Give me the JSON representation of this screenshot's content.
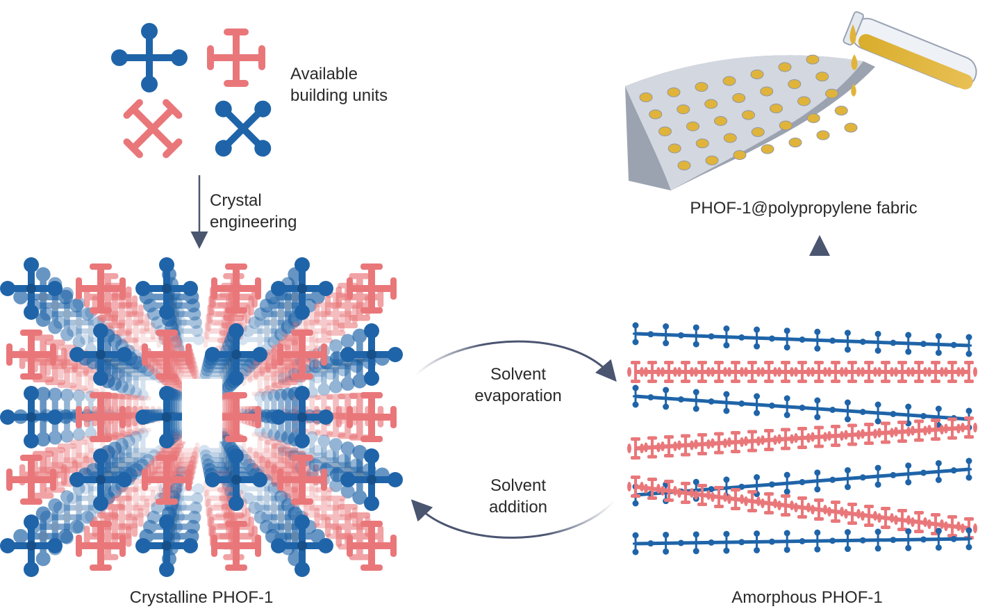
{
  "labels": {
    "building_units_line1": "Available",
    "building_units_line2": "building units",
    "crystal_eng_line1": "Crystal",
    "crystal_eng_line2": "engineering",
    "crystalline": "Crystalline PHOF-1",
    "amorphous": "Amorphous PHOF-1",
    "evap_line1": "Solvent",
    "evap_line2": "evaporation",
    "add_line1": "Solvent",
    "add_line2": "addition",
    "fabric": "PHOF-1@polypropylene fabric"
  },
  "colors": {
    "blue": "#1f64a8",
    "pink": "#e9777a",
    "fabric": "#d3d7df",
    "oil": "#e0b43a",
    "arrow": "#4a5570"
  }
}
